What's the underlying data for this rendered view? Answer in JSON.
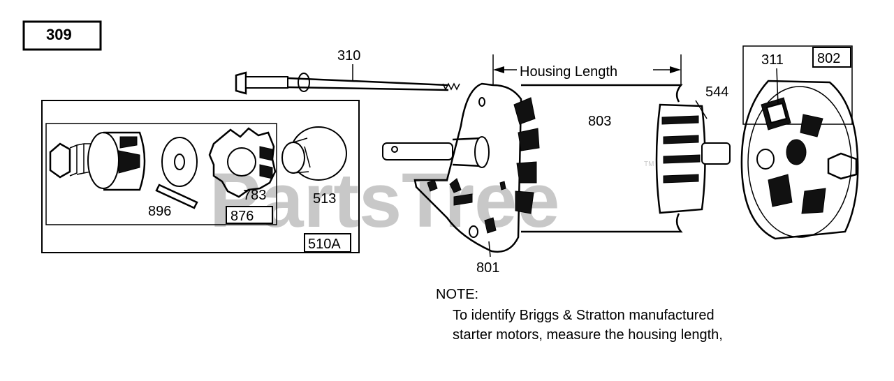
{
  "diagram": {
    "ref_box_label": "309",
    "watermark": "PartsTree",
    "trademark": "TM",
    "labels": {
      "p310": "310",
      "p311": "311",
      "p802": "802",
      "p544": "544",
      "p803": "803",
      "p801": "801",
      "p896": "896",
      "p876": "876",
      "p783": "783",
      "p513": "513",
      "p510A": "510A",
      "housing_length": "Housing Length"
    },
    "note": {
      "title": "NOTE:",
      "line1": "To identify Briggs & Stratton manufactured",
      "line2": "starter motors, measure the housing length,"
    }
  }
}
